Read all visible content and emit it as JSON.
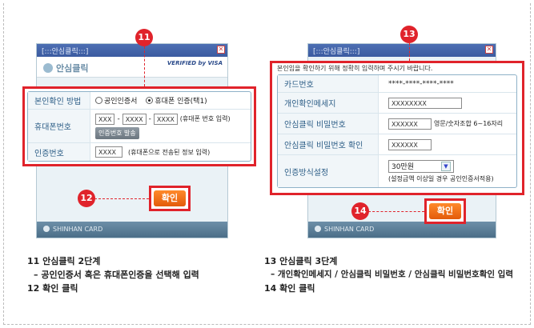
{
  "left": {
    "badge_step": "11",
    "badge_ok": "12",
    "popup": {
      "title": "[:::안심클릭:::]",
      "header": "안심클릭",
      "visa": "VERIFIED by VISA",
      "footer": "SHINHAN CARD"
    },
    "form": {
      "method_label": "본인확인 방법",
      "method_option1": "공인인증서",
      "method_option2": "휴대폰 인증(택1)",
      "phone_label": "휴대폰번호",
      "phone_part1": "XXX",
      "phone_part2": "XXXX",
      "phone_part3": "XXXX",
      "phone_hint": "(휴대폰 번호 입력)",
      "send_button": "인증번호 발송",
      "code_label": "인증번호",
      "code_value": "XXXX",
      "code_hint": "(휴대폰으로 전송된 정보 입력)"
    },
    "ok_label": "확인"
  },
  "right": {
    "badge_step": "13",
    "badge_ok": "14",
    "popup": {
      "title": "[:::안심클릭:::]",
      "notice": "본인임을 확인하기 위해 정확히 입력하며 주시기 바랍니다.",
      "footer": "SHINHAN CARD"
    },
    "form": {
      "card_label": "카드번호",
      "card_value": "****-****-****-****",
      "msg_label": "개인확인메세지",
      "msg_value": "XXXXXXXX",
      "pw_label": "안심클릭 비밀번호",
      "pw_value": "XXXXXX",
      "pw_hint": "영문/숫자조합 6~16자리",
      "pw2_label": "안심클릭 비밀번호 확인",
      "pw2_value": "XXXXXX",
      "auth_label": "인증방식설정",
      "auth_value": "30만원",
      "auth_hint": "(설정금액 이상일 경우 공인인증서적용)"
    },
    "ok_label": "확인"
  },
  "captions": {
    "left_line1": "11 안심클릭 2단계",
    "left_line2": "– 공인인증서 혹은 휴대폰인증을 선택해 입력",
    "left_line3": "12 확인 클릭",
    "right_line1": "13 안심클릭 3단계",
    "right_line2": "– 개인확인메세지 / 안심클릭 비밀번호 / 안심클릭 비밀번호확인 입력",
    "right_line3": "14 확인 클릭"
  }
}
